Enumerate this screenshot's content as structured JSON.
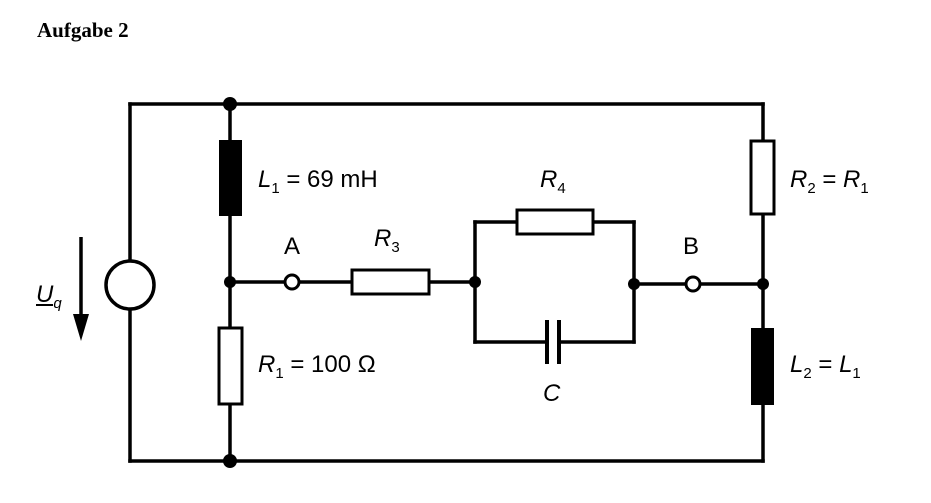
{
  "heading": "Aufgabe 2",
  "labels": {
    "source": {
      "name": "U",
      "sub": "q"
    },
    "L1": {
      "name": "L",
      "sub": "1",
      "value": " = 69 mH"
    },
    "R1": {
      "name": "R",
      "sub": "1",
      "value": " = 100 Ω"
    },
    "R2": {
      "name": "R",
      "sub": "2",
      "eq": " = ",
      "ref_name": "R",
      "ref_sub": "1"
    },
    "L2": {
      "name": "L",
      "sub": "2",
      "eq": " = ",
      "ref_name": "L",
      "ref_sub": "1"
    },
    "R3": {
      "name": "R",
      "sub": "3"
    },
    "R4": {
      "name": "R",
      "sub": "4"
    },
    "C": {
      "name": "C"
    },
    "terminal_a": "A",
    "terminal_b": "B"
  }
}
